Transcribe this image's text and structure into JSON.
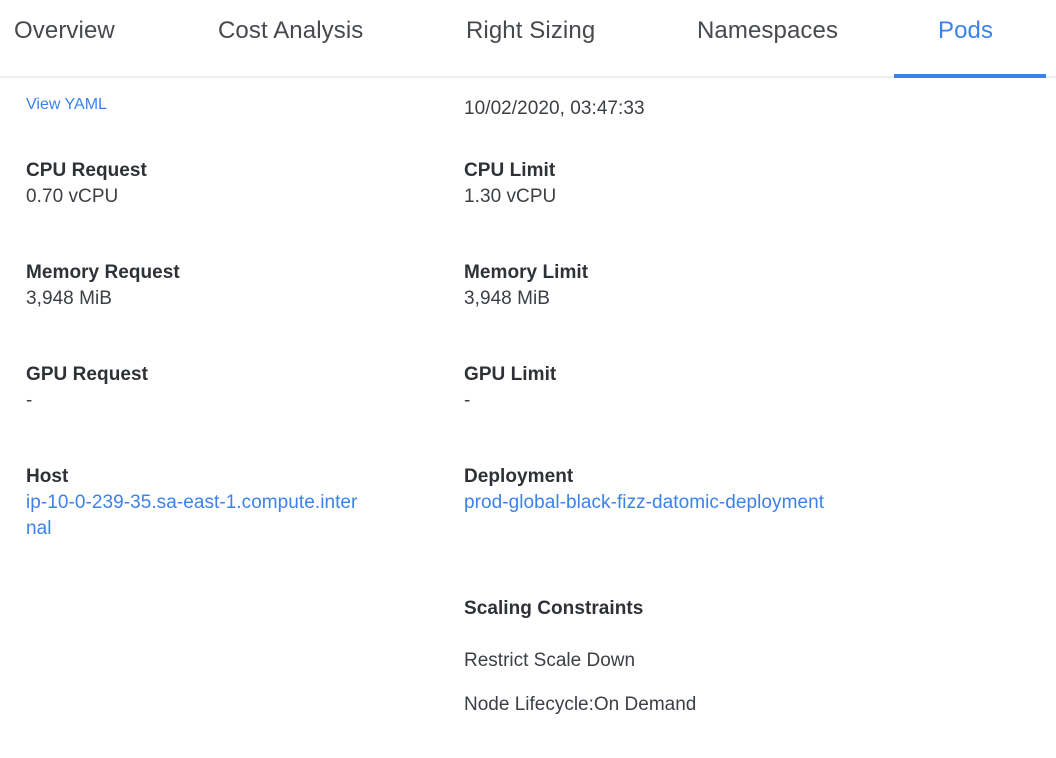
{
  "tabs": [
    {
      "label": "Overview",
      "active": false
    },
    {
      "label": "Cost Analysis",
      "active": false
    },
    {
      "label": "Right Sizing",
      "active": false
    },
    {
      "label": "Namespaces",
      "active": false
    },
    {
      "label": "Pods",
      "active": true
    }
  ],
  "colors": {
    "accent": "#3b82ec",
    "link": "#3b82ec",
    "label": "#2e3135",
    "value": "#3c4045",
    "tab_inactive": "#46494d",
    "divider": "#eceef0",
    "background": "#ffffff"
  },
  "left_column": {
    "view_yaml_link": "View YAML",
    "fields": [
      {
        "label": "CPU Request",
        "value": "0.70 vCPU"
      },
      {
        "label": "Memory Request",
        "value": "3,948 MiB"
      },
      {
        "label": "GPU Request",
        "value": "-"
      },
      {
        "label": "Host",
        "value": "ip-10-0-239-35.sa-east-1.compute.internal",
        "is_link": true
      }
    ]
  },
  "right_column": {
    "timestamp": "10/02/2020, 03:47:33",
    "fields": [
      {
        "label": "CPU Limit",
        "value": "1.30 vCPU"
      },
      {
        "label": "Memory Limit",
        "value": "3,948 MiB"
      },
      {
        "label": "GPU Limit",
        "value": "-"
      },
      {
        "label": "Deployment",
        "value": "prod-global-black-fizz-datomic-deployment",
        "is_link": true
      }
    ],
    "scaling_constraints": {
      "heading": "Scaling Constraints",
      "items": [
        "Restrict Scale Down",
        "Node Lifecycle:On Demand"
      ]
    }
  }
}
